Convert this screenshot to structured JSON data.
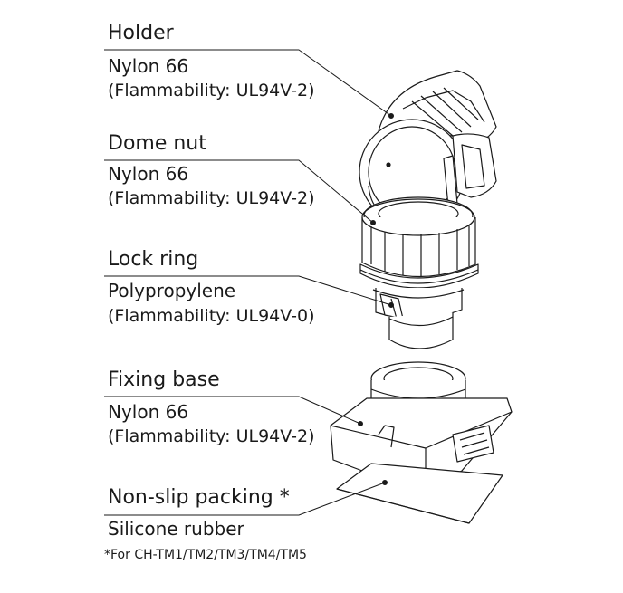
{
  "parts": [
    {
      "name": "Holder",
      "material": "Nylon 66",
      "rating": "(Flammability: UL94V-2)"
    },
    {
      "name": "Dome nut",
      "material": "Nylon 66",
      "rating": "(Flammability: UL94V-2)"
    },
    {
      "name": "Lock ring",
      "material": "Polypropylene",
      "rating": "(Flammability: UL94V-0)"
    },
    {
      "name": "Fixing base",
      "material": "Nylon 66",
      "rating": "(Flammability: UL94V-2)"
    },
    {
      "name": "Non-slip packing *",
      "material": "Silicone rubber",
      "rating": ""
    }
  ],
  "footnote": "*For CH-TM1/TM2/TM3/TM4/TM5"
}
